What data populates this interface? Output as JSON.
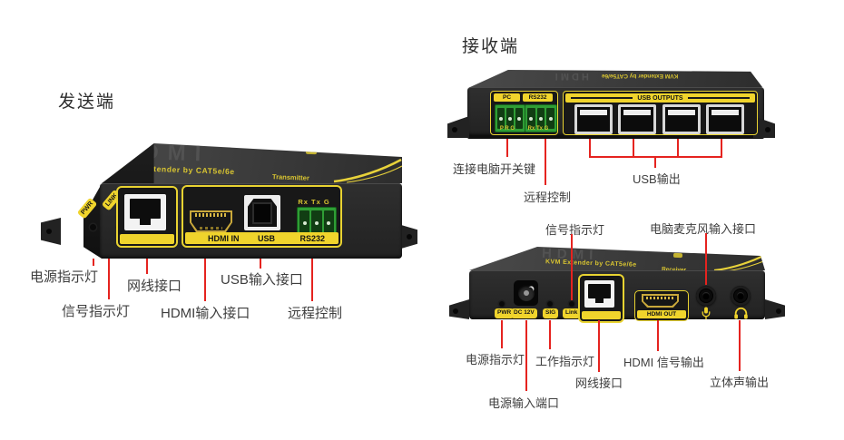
{
  "transmitter": {
    "title": "发送端",
    "device": {
      "brand": "HDMI",
      "model_line": "KVM  Extender by CAT5e/6e",
      "role": "Transmitter",
      "pwr_led_label": "PWR",
      "link_led_label": "LINK",
      "rs232_pins": "Rx Tx G",
      "port_labels": {
        "hdmi": "HDMI IN",
        "usb": "USB",
        "rs232": "RS232"
      }
    },
    "callouts": {
      "power_led": "电源指示灯",
      "signal_led": "信号指示灯",
      "lan_port": "网线接口",
      "hdmi_in": "HDMI输入接口",
      "usb_in": "USB输入接口",
      "remote": "远程控制"
    }
  },
  "receiver_rear": {
    "title": "接收端",
    "device": {
      "brand": "HDMI",
      "model_line": "KVM  Extender by CAT5e/6e",
      "pc_label": "PC",
      "rs232_label": "RS232",
      "pc_pins": "P R G",
      "rs232_pins": "Rx Tx G",
      "usb_outputs_label": "USB OUTPUTS"
    },
    "callouts": {
      "pc_switch": "连接电脑开关键",
      "remote": "远程控制",
      "usb_out": "USB输出"
    }
  },
  "receiver_front": {
    "device": {
      "brand": "HDMI",
      "model_line": "KVM  Extender by CAT5e/6e",
      "role": "Receiver",
      "pwr_label": "PWR",
      "dc_label": "DC 12V",
      "sig_label": "SIG",
      "link_label": "Link",
      "hdmi_out_label": "HDMI OUT"
    },
    "callouts": {
      "signal_led": "信号指示灯",
      "mic_in": "电脑麦克风输入接口",
      "power_led": "电源指示灯",
      "work_led": "工作指示灯",
      "lan_port": "网线接口",
      "hdmi_out": "HDMI 信号输出",
      "stereo_out": "立体声输出",
      "power_in": "电源输入端口"
    }
  },
  "colors": {
    "accent_yellow": "#f0d42c",
    "callout_red": "#e5231f",
    "terminal_green": "#2f9e35",
    "device_body": "#262626",
    "label_text": "#3e3e3e"
  }
}
